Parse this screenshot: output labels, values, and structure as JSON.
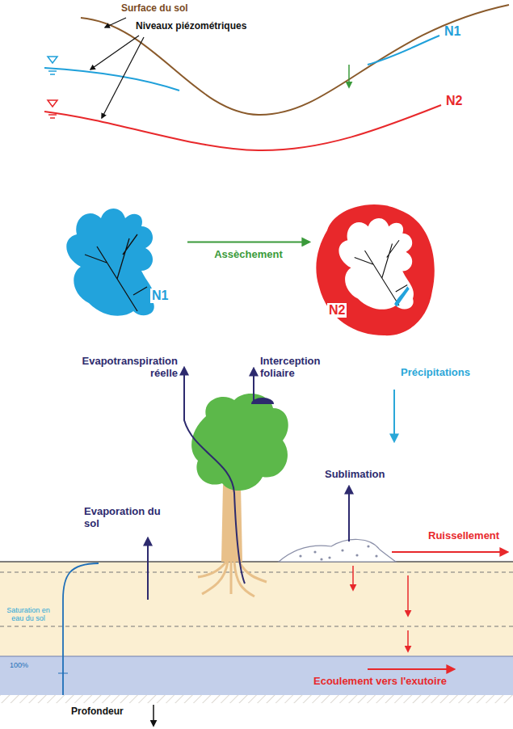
{
  "diagram": {
    "nodes": [
      {
        "text": [
          "N1"
        ]
      },
      {
        "text": [
          "N2"
        ]
      }
    ],
    "edges": [
      {
        "from": 0,
        "to": 1,
        "arrow": "to",
        "label": "Assèchement"
      }
    ],
    "labels": [
      "Surface du sol",
      "Niveaux piézométriques",
      "N1",
      "N2",
      "Evapotranspiration réelle",
      "Interception foliaire",
      "Précipitations",
      "Sublimation",
      "Evaporation du sol",
      "Ruissellement",
      "Saturation en eau du sol",
      "100%",
      "Ecoulement vers l'exutoire",
      "Profondeur"
    ]
  }
}
